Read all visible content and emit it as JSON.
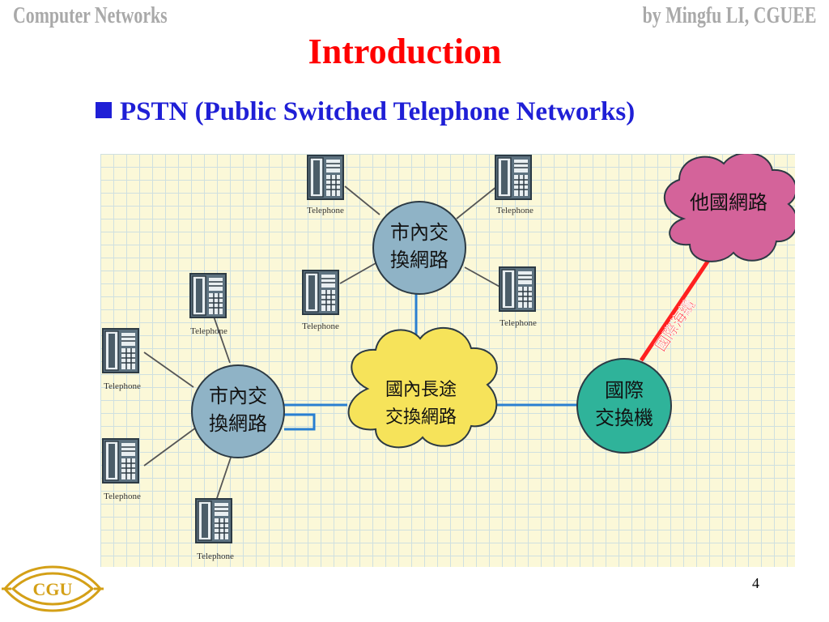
{
  "header": {
    "left": "Computer Networks",
    "right": "by Mingfu LI, CGUEE"
  },
  "slide": {
    "title": "Introduction",
    "bullet": "PSTN (Public Switched Telephone Networks)",
    "page_number": "4"
  },
  "diagram": {
    "telephone_label": "Telephone",
    "local_exchange_top": [
      "市內交",
      "換網路"
    ],
    "local_exchange_left": [
      "市內交",
      "換網路"
    ],
    "long_distance": [
      "國內長途",
      "交換網路"
    ],
    "international": [
      "國際",
      "交換機"
    ],
    "foreign_network": "他國網路",
    "submarine_cable": "國際海纜",
    "colors": {
      "local_exchange": "#8fb3c6",
      "long_distance": "#f6e35a",
      "international": "#2fb39a",
      "foreign_network": "#d4639a",
      "cable": "#ff2020",
      "trunk": "#2a7fd1"
    }
  },
  "logo": {
    "text": "CGU"
  }
}
